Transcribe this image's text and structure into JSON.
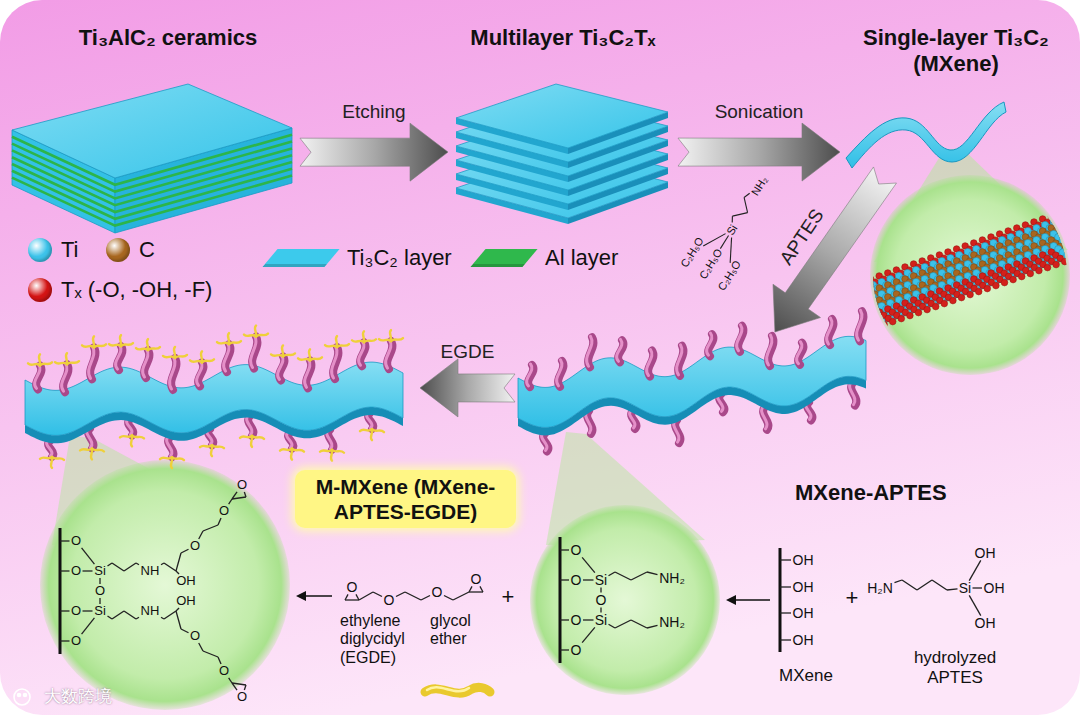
{
  "diagram": {
    "nodes": [
      {
        "text": [
          "Ti₃AlC₂ ceramics"
        ]
      },
      {
        "text": [
          "Multilayer Ti₃C₂Tₓ"
        ]
      },
      {
        "text": [
          "Single-layer Ti₃C₂ (MXene)"
        ]
      },
      {
        "text": [
          "MXene-APTES"
        ]
      },
      {
        "text": [
          "M-MXene (MXene-APTES-EGDE)"
        ]
      }
    ],
    "edges": [
      {
        "from": 0,
        "to": 1,
        "label": "Etching",
        "arrow": "to"
      },
      {
        "from": 1,
        "to": 2,
        "label": "Sonication",
        "arrow": "to"
      },
      {
        "from": 2,
        "to": 3,
        "label": "APTES",
        "arrow": "to"
      },
      {
        "from": 3,
        "to": 4,
        "label": "EGDE",
        "arrow": "to"
      }
    ],
    "labels": [
      "C₂H₅O",
      "C₂H₅O",
      "C₂H₅O",
      "Si",
      "NH₂",
      "O",
      "O",
      "Si",
      "O",
      "O",
      "Si",
      "O",
      "NH",
      "OH",
      "O",
      "O",
      "O",
      "NH",
      "OH",
      "O",
      "O",
      "O",
      "O",
      "O",
      "O",
      "O",
      "+",
      "ethylene diglycidyl (EGDE)",
      "glycol ether",
      "O",
      "O",
      "Si",
      "NH₂",
      "O",
      "O",
      "Si",
      "NH₂",
      "O",
      "OH",
      "OH",
      "OH",
      "OH",
      "MXene",
      "+",
      "H₂N",
      "Si",
      "OH",
      "OH",
      "OH",
      "hydrolyzed APTES",
      "大数跨境"
    ],
    "legend": [
      {
        "text": "Ti",
        "color": "#3dc3ea"
      },
      {
        "text": "C",
        "color": "#a8671f"
      },
      {
        "text": "Tₓ (-O, -OH, -F)",
        "color": "#d41414"
      },
      {
        "text": "Ti₃C₂ layer",
        "color": "#3ccaec"
      },
      {
        "text": "Al layer",
        "color": "#2fb84c"
      }
    ]
  }
}
